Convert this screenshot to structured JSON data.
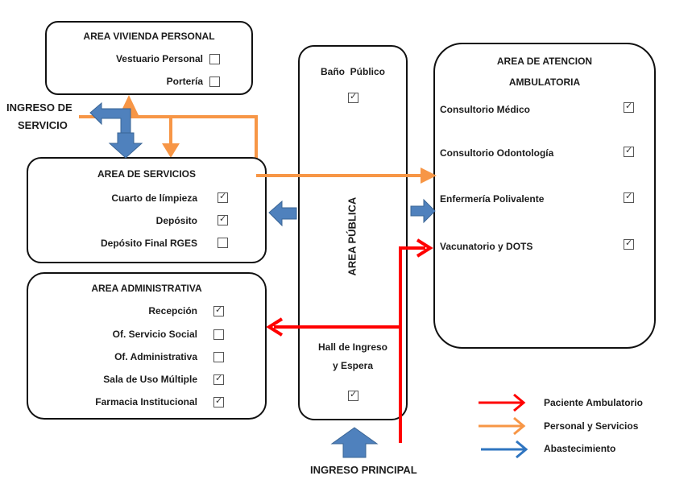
{
  "areas": {
    "vivienda": {
      "title": "AREA VIVIENDA PERSONAL",
      "items": [
        {
          "label": "Vestuario Personal",
          "checked": false
        },
        {
          "label": "Portería",
          "checked": false
        }
      ]
    },
    "servicios": {
      "title": "AREA DE SERVICIOS",
      "items": [
        {
          "label": "Cuarto de límpieza",
          "checked": true
        },
        {
          "label": "Depósito",
          "checked": true
        },
        {
          "label": "Depósito Final RGES",
          "checked": false
        }
      ]
    },
    "administrativa": {
      "title": "AREA ADMINISTRATIVA",
      "items": [
        {
          "label": "Recepción",
          "checked": true
        },
        {
          "label": "Of. Servicio Social",
          "checked": false
        },
        {
          "label": "Of. Administrativa",
          "checked": false
        },
        {
          "label": "Sala de Uso Múltiple",
          "checked": true
        },
        {
          "label": "Farmacia Institucional",
          "checked": true
        }
      ]
    },
    "publica": {
      "title": "AREA PÚBLICA",
      "bano": {
        "label": "Baño  Público",
        "checked": true
      },
      "hall": {
        "label_line1": "Hall de Ingreso",
        "label_line2": "y Espera",
        "checked": true
      }
    },
    "ambulatoria": {
      "title_line1": "AREA DE ATENCION",
      "title_line2": "AMBULATORIA",
      "items": [
        {
          "label": "Consultorio Médico",
          "checked": true
        },
        {
          "label": "Consultorio Odontología",
          "checked": true
        },
        {
          "label": "Enfermería Polivalente",
          "checked": true
        },
        {
          "label": "Vacunatorio y DOTS",
          "checked": true
        }
      ]
    }
  },
  "entrances": {
    "servicio_line1": "INGRESO  DE",
    "servicio_line2": "SERVICIO",
    "principal": "INGRESO PRINCIPAL"
  },
  "legend": [
    {
      "label": "Paciente Ambulatorio",
      "color": "#ff0000"
    },
    {
      "label": "Personal y Servicios",
      "color": "#f79646"
    },
    {
      "label": "Abastecimiento",
      "color": "#4f81bd"
    }
  ],
  "colors": {
    "patient": "#ff0000",
    "staff": "#f79646",
    "supply": "#4f81bd"
  }
}
